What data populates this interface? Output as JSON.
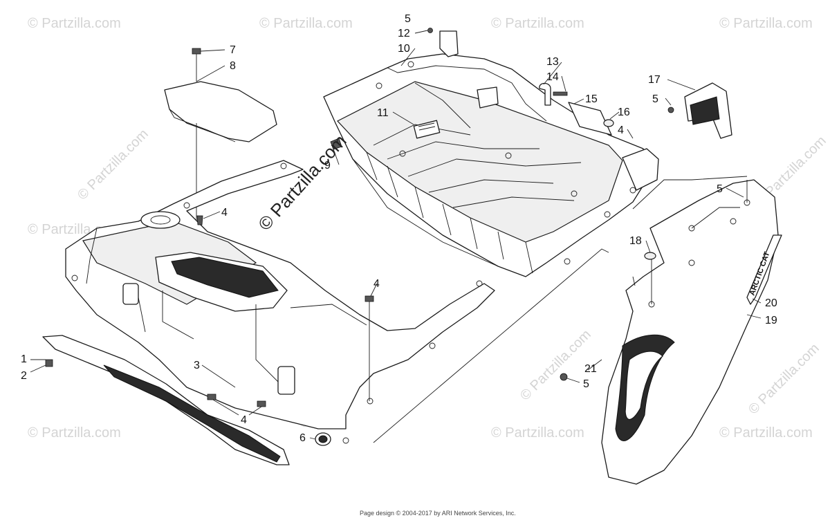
{
  "callouts": [
    {
      "id": "c1",
      "label": "1"
    },
    {
      "id": "c2",
      "label": "2"
    },
    {
      "id": "c3",
      "label": "3"
    },
    {
      "id": "c4a",
      "label": "4"
    },
    {
      "id": "c4b",
      "label": "4"
    },
    {
      "id": "c4c",
      "label": "4"
    },
    {
      "id": "c4d",
      "label": "4"
    },
    {
      "id": "c5a",
      "label": "5"
    },
    {
      "id": "c5b",
      "label": "5"
    },
    {
      "id": "c5c",
      "label": "5"
    },
    {
      "id": "c5d",
      "label": "5"
    },
    {
      "id": "c6",
      "label": "6"
    },
    {
      "id": "c7",
      "label": "7"
    },
    {
      "id": "c8",
      "label": "8"
    },
    {
      "id": "c9",
      "label": "9"
    },
    {
      "id": "c10",
      "label": "10"
    },
    {
      "id": "c11",
      "label": "11"
    },
    {
      "id": "c12",
      "label": "12"
    },
    {
      "id": "c13",
      "label": "13"
    },
    {
      "id": "c14",
      "label": "14"
    },
    {
      "id": "c15",
      "label": "15"
    },
    {
      "id": "c16",
      "label": "16"
    },
    {
      "id": "c17",
      "label": "17"
    },
    {
      "id": "c18",
      "label": "18"
    },
    {
      "id": "c19",
      "label": "19"
    },
    {
      "id": "c20",
      "label": "20"
    },
    {
      "id": "c21",
      "label": "21"
    }
  ],
  "watermark": {
    "text": "© Partzilla.com",
    "center_text": "© Partzilla.com"
  },
  "brand_decal": "ARCTIC CAT",
  "footer": "Page design © 2004-2017 by ARI Network Services, Inc."
}
